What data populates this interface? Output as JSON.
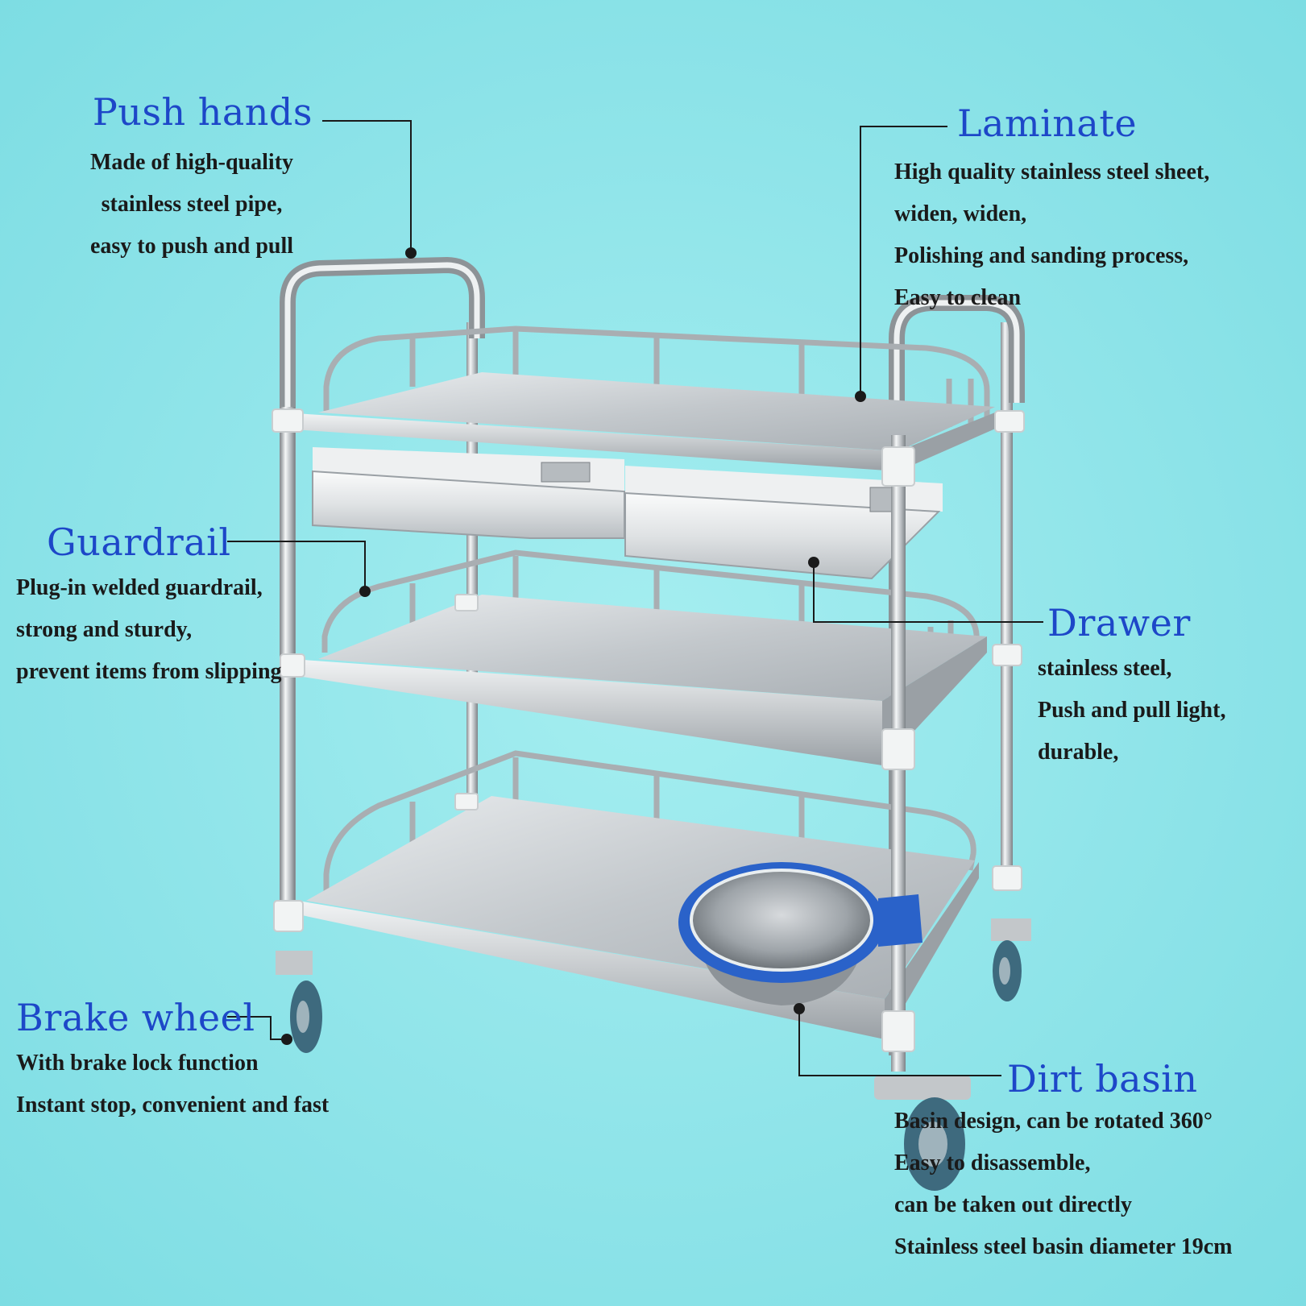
{
  "callouts": {
    "push_hands": {
      "title": "Push hands",
      "lines": [
        "Made of high-quality",
        "stainless steel pipe,",
        "easy to push and pull"
      ]
    },
    "laminate": {
      "title": "Laminate",
      "lines": [
        "High quality stainless steel sheet,",
        "widen, widen,",
        "Polishing and sanding process,",
        "Easy to clean"
      ]
    },
    "guardrail": {
      "title": "Guardrail",
      "lines": [
        "Plug-in welded guardrail,",
        "strong and sturdy,",
        "prevent items from slipping"
      ]
    },
    "drawer": {
      "title": "Drawer",
      "lines": [
        "stainless steel,",
        "Push and pull light,",
        "durable,"
      ]
    },
    "brake_wheel": {
      "title": "Brake wheel",
      "lines": [
        "With brake lock function",
        "Instant stop, convenient and fast"
      ]
    },
    "dirt_basin": {
      "title": "Dirt basin",
      "lines": [
        "Basin design, can be rotated 360°",
        "Easy to disassemble,",
        "can be taken out directly",
        "Stainless steel basin diameter 19cm"
      ]
    }
  },
  "colors": {
    "background": "#8fe4e9",
    "heading": "#1d47c8",
    "body_text": "#1a1a1a",
    "steel": "#c9cdd0",
    "basin_ring": "#2a62c9",
    "wheel": "#3e6a7e"
  }
}
